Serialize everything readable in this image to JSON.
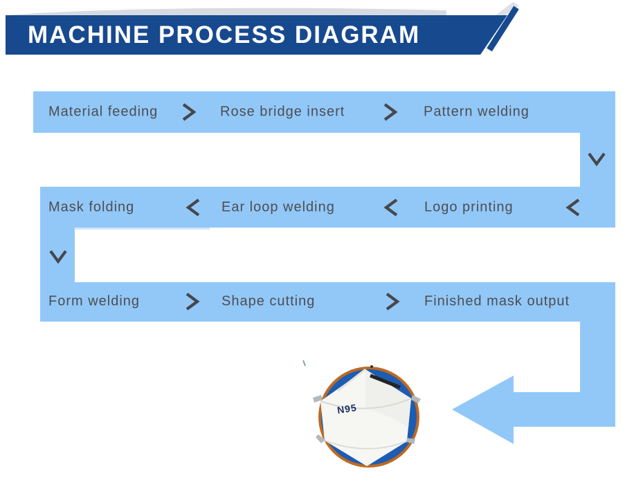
{
  "header": {
    "title": "MACHINE PROCESS DIAGRAM"
  },
  "flow": {
    "rows": [
      {
        "name": "top-row",
        "direction": "left-to-right",
        "steps": [
          "Material feeding",
          "Rose bridge insert",
          "Pattern welding"
        ]
      },
      {
        "name": "middle-row",
        "direction": "right-to-left",
        "steps": [
          "Mask folding",
          "Ear loop welding",
          "Logo printing"
        ]
      },
      {
        "name": "bottom-row",
        "direction": "left-to-right",
        "steps": [
          "Form welding",
          "Shape cutting",
          "Finished mask output"
        ]
      }
    ]
  },
  "mask": {
    "badge": "N95"
  },
  "icons": {
    "between_steps_right": "chevron-right-icon",
    "between_steps_left": "chevron-left-icon",
    "row_connector_down": "chevron-down-icon",
    "output_pointer": "big-left-arrow"
  },
  "colors": {
    "banner_navy": "#17498f",
    "band_blue": "#92c8f8",
    "chevron_gray": "#47474a",
    "label_gray": "#4d4d50",
    "mask_circle_blue": "#1d5cb1",
    "mask_ring_orange": "#bc6a22"
  }
}
